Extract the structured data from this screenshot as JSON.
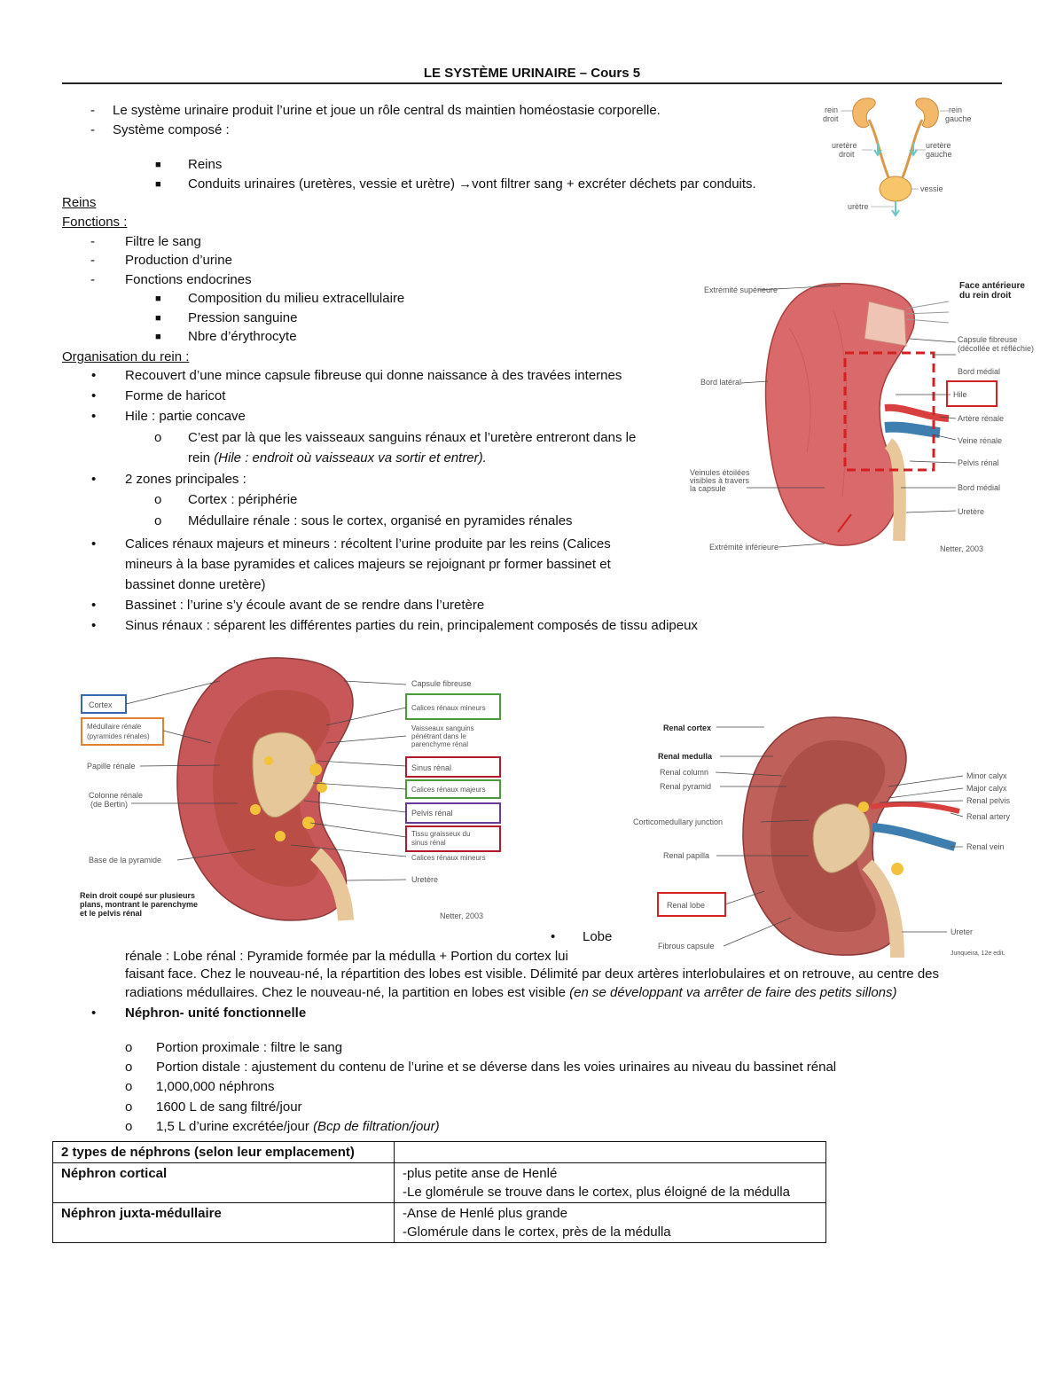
{
  "title": "LE SYSTÈME URINAIRE – Cours 5",
  "intro": {
    "line1": "Le système urinaire produit l’urine et joue un rôle central ds maintien homéostasie corporelle.",
    "line2": "Système composé :",
    "sub1": "Reins",
    "sub2": "Conduits urinaires (uretères, vessie et urètre) →vont filtrer sang + excréter déchets par conduits."
  },
  "reins": {
    "heading": "Reins",
    "fonctions_heading": "Fonctions :",
    "fonctions": [
      "Filtre le sang",
      "Production d’urine",
      "Fonctions endocrines"
    ],
    "endocrines": [
      "Composition du milieu extracellulaire",
      "Pression sanguine",
      "Nbre d’érythrocyte"
    ]
  },
  "organisation": {
    "heading": "Organisation du rein :",
    "b1": "Recouvert d’une mince capsule fibreuse qui donne naissance à des travées internes",
    "b2": "Forme de haricot",
    "b3": "Hile : partie concave",
    "b3_sub_line1": "C’est par là que les vaisseaux sanguins rénaux et l’uretère entreront dans le",
    "b3_sub_line2a": "rein ",
    "b3_sub_line2b": "(Hile : endroit où vaisseaux va sortir et entrer).",
    "b4": "2 zones principales :",
    "b4_sub1": "Cortex : périphérie",
    "b4_sub2": "Médullaire rénale : sous le cortex, organisé en pyramides rénales",
    "b5_line1": "Calices rénaux majeurs et mineurs : récoltent l’urine produite par les reins (Calices",
    "b5_line2": "mineurs à la base pyramides et calices majeurs se rejoignant pr former bassinet et",
    "b5_line3": "bassinet donne uretère)",
    "b6": "Bassinet : l’urine s’y écoule avant de se rendre dans l’uretère",
    "b7": "Sinus rénaux : séparent les différentes parties du rein, principalement composés de tissu adipeux"
  },
  "lobe": {
    "word": "Lobe",
    "line1": "rénale : Lobe rénal : Pyramide formée par la médulla + Portion du cortex lui",
    "line2": "faisant face. Chez le nouveau-né, la répartition des lobes est visible. Délimité par deux artères interlobulaires et on retrouve, au centre des",
    "line3a": "radiations médullaires. Chez le nouveau-né, la partition en lobes est visible ",
    "line3b": "(en se développant va arrêter de faire des petits sillons)"
  },
  "nephron": {
    "heading": "Néphron- unité fonctionnelle",
    "items": [
      "Portion proximale : filtre le sang",
      "Portion distale : ajustement du contenu de l’urine et se déverse dans les voies urinaires au niveau du bassinet rénal",
      "1,000,000 néphrons",
      "1600 L de sang filtré/jour"
    ],
    "last_a": "1,5 L d’urine excrétée/jour ",
    "last_b": "(Bcp de filtration/jour)"
  },
  "table": {
    "header": "2 types de néphrons (selon leur emplacement)",
    "rows": [
      {
        "name": "Néphron cortical",
        "desc": [
          "-plus petite anse de Henlé",
          "-Le glomérule se trouve dans le cortex, plus éloigné de la médulla"
        ]
      },
      {
        "name": "Néphron juxta-médullaire",
        "desc": [
          "-Anse de Henlé plus grande",
          "-Glomérule dans le cortex, près de la médulla"
        ]
      }
    ]
  },
  "figure1": {
    "labels": {
      "rein_droit_1": "rein",
      "rein_droit_2": "droit",
      "rein_gauche_1": "rein",
      "rein_gauche_2": "gauche",
      "uretere_droit_1": "uretère",
      "uretere_droit_2": "droit",
      "uretere_gauche_1": "uretère",
      "uretere_gauche_2": "gauche",
      "vessie": "vessie",
      "uretre": "urètre"
    }
  },
  "figure2": {
    "title_1": "Face antérieure",
    "title_2": "du rein droit",
    "labels": {
      "extremite_sup": "Extrémité supérieure",
      "capsule_1": "Capsule fibreuse",
      "capsule_2": "(décollée et réfléchie)",
      "bord_medial_1": "Bord médial",
      "bord_lateral": "Bord latéral",
      "hile": "Hile",
      "artere": "Artère rénale",
      "veine": "Veine rénale",
      "pelvis": "Pelvis rénal",
      "veinules_1": "Veinules étoilées",
      "veinules_2": "visibles à travers",
      "veinules_3": "la capsule",
      "bord_medial_2": "Bord médial",
      "uretere": "Uretère",
      "extremite_inf": "Extrémité inférieure",
      "credit": "Netter, 2003"
    }
  },
  "figure3": {
    "labels": {
      "cortex": "Cortex",
      "medulla_1": "Médullaire rénale",
      "medulla_2": "(pyramides rénales)",
      "papille": "Papille rénale",
      "colonne_1": "Colonne rénale",
      "colonne_2": "(de Bertin)",
      "base": "Base de la pyramide",
      "capsule": "Capsule fibreuse",
      "calices_mineurs": "Calices rénaux mineurs",
      "vaisseaux_1": "Vaisseaux sanguins",
      "vaisseaux_2": "pénétrant dans le",
      "vaisseaux_3": "parenchyme rénal",
      "sinus": "Sinus rénal",
      "calices_majeurs": "Calices rénaux majeurs",
      "pelvis": "Pelvis rénal",
      "tissu_1": "Tissu graisseux du",
      "tissu_2": "sinus rénal",
      "calices_mineurs_2": "Calices rénaux mineurs",
      "uretere": "Uretère",
      "caption_1": "Rein droit coupé sur plusieurs",
      "caption_2": "plans, montrant le parenchyme",
      "caption_3": "et le pelvis rénal",
      "credit": "Netter, 2003"
    }
  },
  "figure4": {
    "labels": {
      "renal_cortex": "Renal cortex",
      "renal_medulla": "Renal medulla",
      "renal_column": "Renal column",
      "renal_pyramid": "Renal pyramid",
      "cortico": "Corticomedullary junction",
      "papilla": "Renal papilla",
      "lobe": "Renal lobe",
      "fibrous": "Fibrous capsule",
      "minor": "Minor calyx",
      "major": "Major calyx",
      "pelvis": "Renal pelvis",
      "artery": "Renal artery",
      "vein": "Renal vein",
      "ureter": "Ureter",
      "credit": "Junqueira, 12e edit."
    }
  }
}
